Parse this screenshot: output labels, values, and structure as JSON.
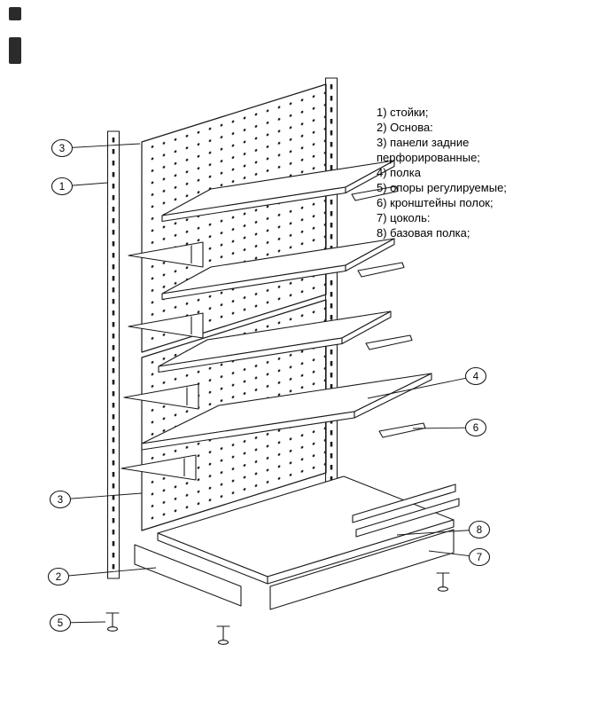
{
  "figure": {
    "legend": {
      "lines": [
        "1) стойки;",
        "2) Основа:",
        "3) панели задние",
        "перфорированные;",
        "4) полка",
        "5) опоры регулируемые;",
        "6) кронштейны полок;",
        "7) цоколь:",
        "8) базовая полка;"
      ]
    },
    "callouts": [
      {
        "label": "3",
        "target": "back-panel-upper"
      },
      {
        "label": "1",
        "target": "upright"
      },
      {
        "label": "4",
        "target": "shelf"
      },
      {
        "label": "6",
        "target": "shelf-bracket"
      },
      {
        "label": "3",
        "target": "back-panel-lower"
      },
      {
        "label": "8",
        "target": "base-shelf"
      },
      {
        "label": "7",
        "target": "plinth"
      },
      {
        "label": "2",
        "target": "base"
      },
      {
        "label": "5",
        "target": "adjustable-foot"
      }
    ],
    "colors": {
      "line": "#1a1a1a",
      "background": "#ffffff"
    }
  }
}
